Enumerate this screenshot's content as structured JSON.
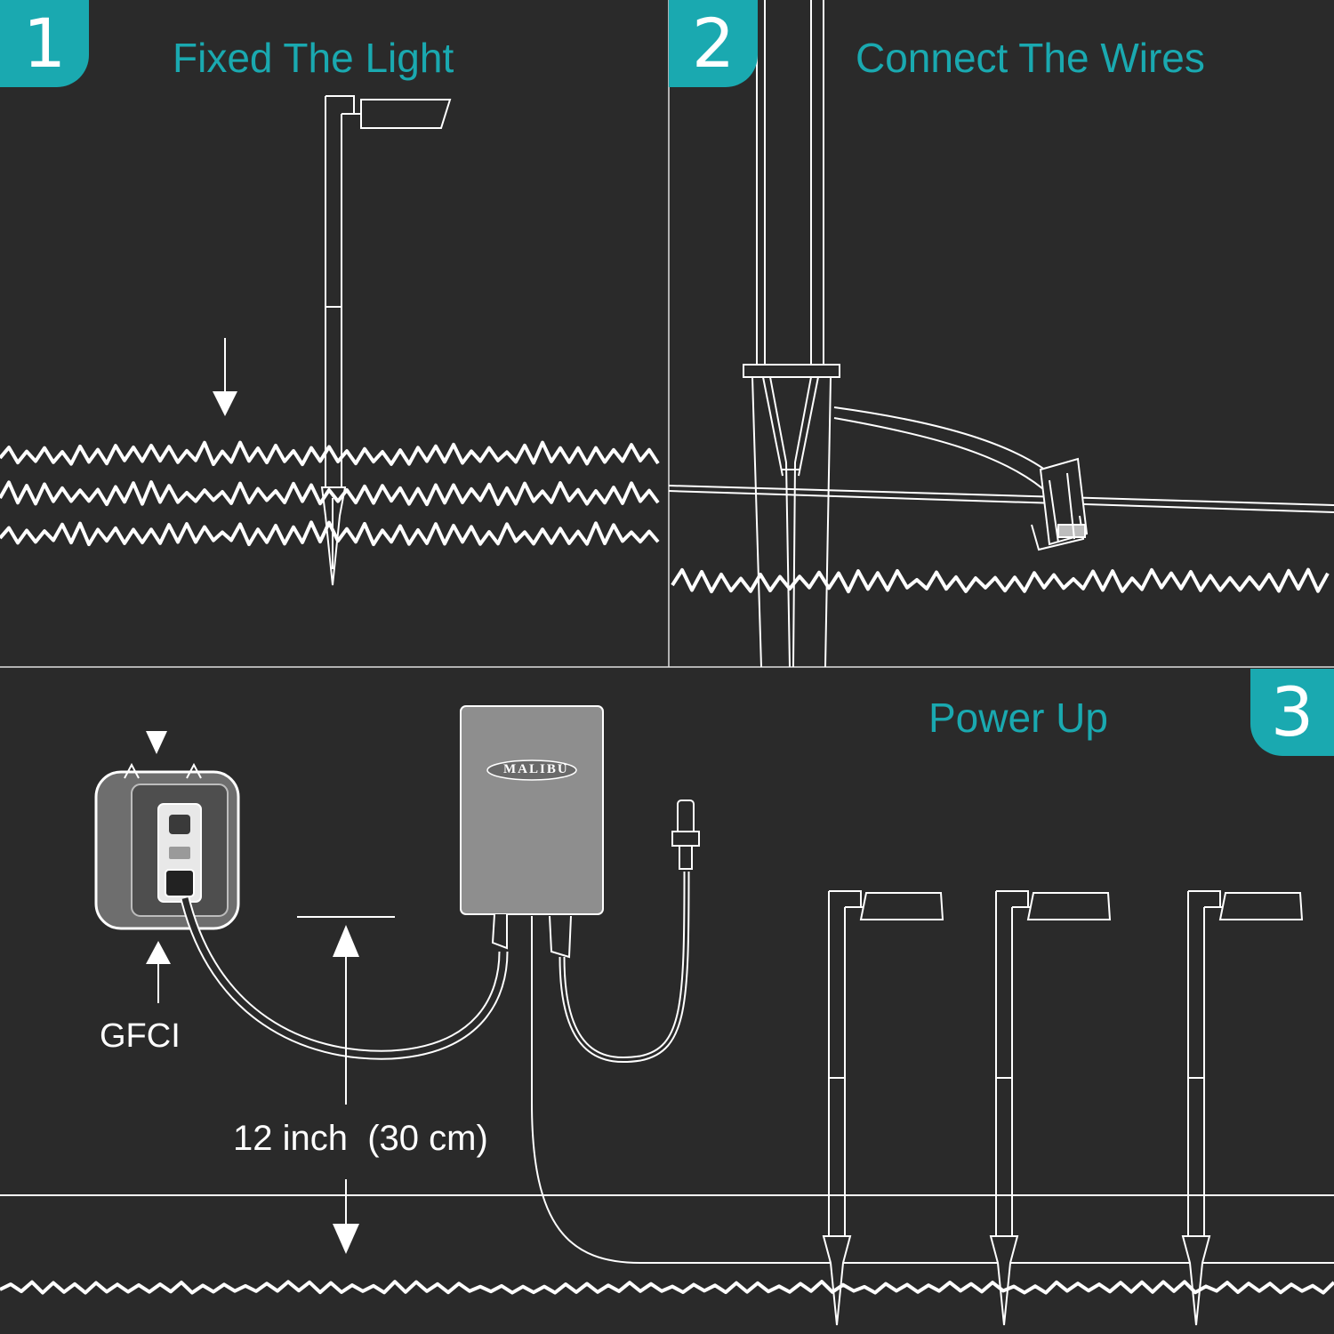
{
  "steps": [
    {
      "number": "1",
      "title": "Fixed The Light"
    },
    {
      "number": "2",
      "title": "Connect The Wires"
    },
    {
      "number": "3",
      "title": "Power Up"
    }
  ],
  "labels": {
    "gfci": "GFCI",
    "distance": "12 inch  (30 cm)",
    "brand": "MALIBU"
  },
  "colors": {
    "accent": "#1aa9b0",
    "background": "#2a2a2a",
    "line": "#ffffff",
    "transformer": "#8e8e8e"
  }
}
